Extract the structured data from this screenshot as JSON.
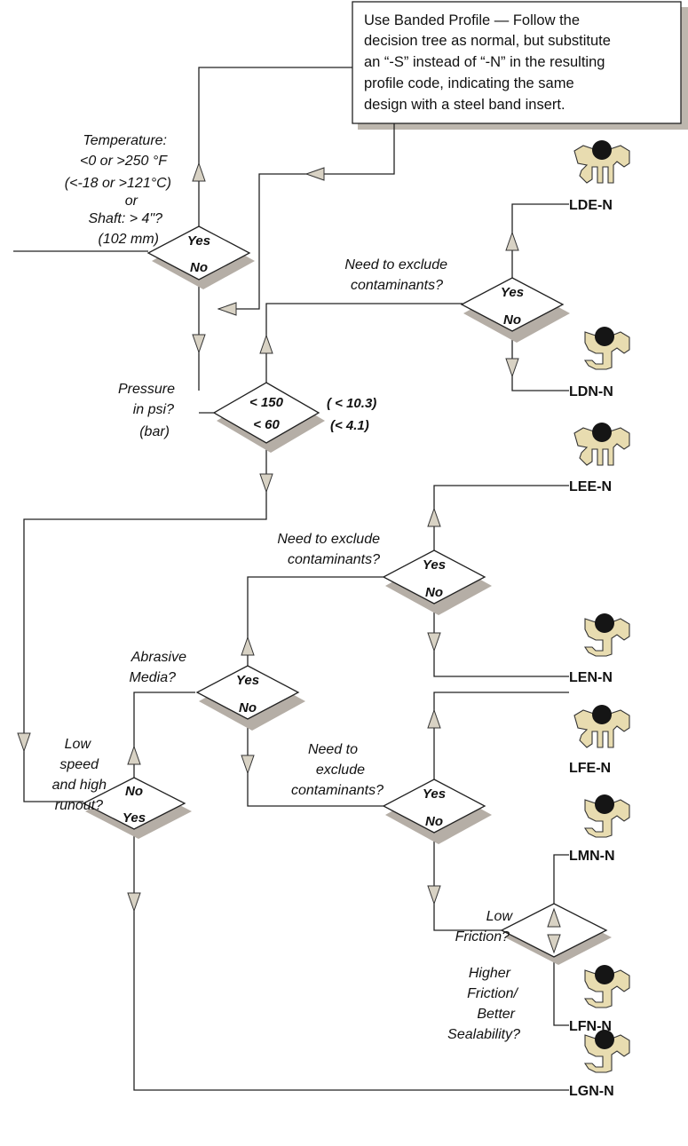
{
  "note": {
    "lines": [
      "Use Banded Profile — Follow the",
      "decision tree as normal, but substitute",
      "an “-S” instead of “-N” in the resulting",
      "profile code, indicating the same",
      "design with a steel band insert."
    ]
  },
  "questions": {
    "temperature": [
      "Temperature:",
      "<0 or >250 °F",
      "(<-18 or >121°C)",
      "or",
      "Shaft: > 4\"?",
      "(102 mm)"
    ],
    "pressure": [
      "Pressure",
      "in psi?",
      "(bar)"
    ],
    "exclude_1": [
      "Need to exclude",
      "contaminants?"
    ],
    "exclude_2": [
      "Need to exclude",
      "contaminants?"
    ],
    "abrasive": [
      "Abrasive",
      "Media?"
    ],
    "exclude_3": [
      "Need to",
      "exclude",
      "contaminants?"
    ],
    "low_speed": [
      "Low",
      "speed",
      "and high",
      "runout?"
    ],
    "low_friction": [
      "Low",
      "Friction?"
    ],
    "higher_friction": [
      "Higher",
      "Friction/",
      "Better",
      "Sealability?"
    ]
  },
  "decisions": {
    "temperature": {
      "top": "Yes",
      "bottom": "No"
    },
    "pressure": {
      "top": "< 150",
      "bottom": "< 60",
      "bar_top": "( < 10.3)",
      "bar_bottom": "(< 4.1)"
    },
    "exclude_1": {
      "top": "Yes",
      "bottom": "No"
    },
    "exclude_2": {
      "top": "Yes",
      "bottom": "No"
    },
    "abrasive": {
      "top": "Yes",
      "bottom": "No"
    },
    "exclude_3": {
      "top": "Yes",
      "bottom": "No"
    },
    "low_speed": {
      "top": "No",
      "bottom": "Yes"
    }
  },
  "outcomes": {
    "lde": "LDE-N",
    "ldn": "LDN-N",
    "lee": "LEE-N",
    "len": "LEN-N",
    "lfe": "LFE-N",
    "lmn": "LMN-N",
    "lfn": "LFN-N",
    "lgn": "LGN-N"
  },
  "icons": {
    "lde": "double-lip-seal-profile-icon",
    "ldn": "single-lip-seal-profile-icon",
    "lee": "double-lip-seal-profile-icon",
    "len": "single-lip-seal-profile-icon",
    "lfe": "double-lip-seal-profile-icon",
    "lmn": "single-lip-seal-profile-icon",
    "lfn": "single-lip-seal-profile-icon",
    "lgn": "single-lip-seal-profile-icon"
  },
  "colors": {
    "profile_fill": "#e8dcb0",
    "arrow_fill": "#d8d2c4",
    "shadow": "#b5aea6"
  }
}
